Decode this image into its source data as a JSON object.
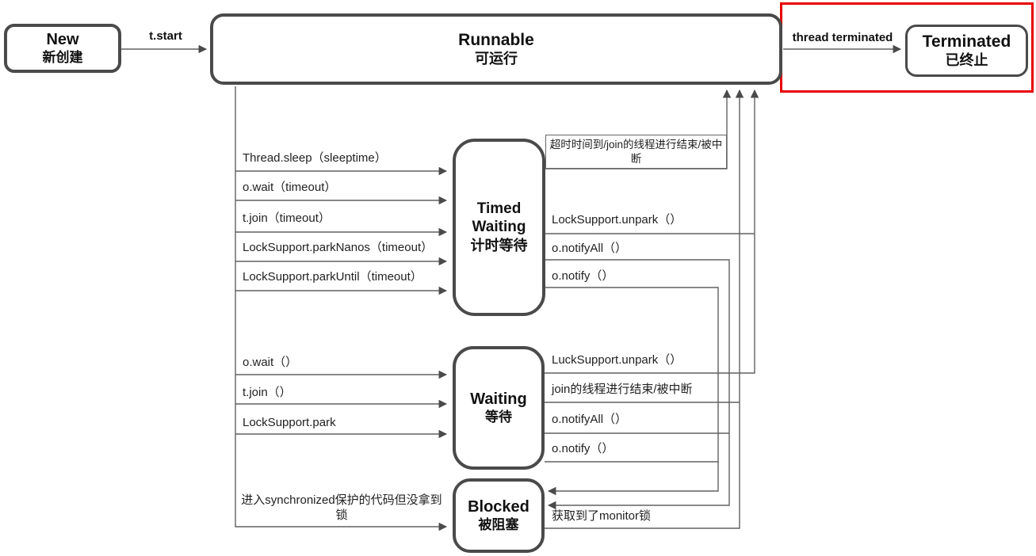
{
  "title": "Java thread state transition diagram",
  "nodes": {
    "new": {
      "title": "New",
      "subtitle": "新创建"
    },
    "runnable": {
      "title": "Runnable",
      "subtitle": "可运行"
    },
    "terminated": {
      "title": "Terminated",
      "subtitle": "已终止"
    },
    "timed_waiting": {
      "title": "Timed Waiting",
      "subtitle": "计时等待"
    },
    "waiting": {
      "title": "Waiting",
      "subtitle": "等待"
    },
    "blocked": {
      "title": "Blocked",
      "subtitle": "被阻塞"
    }
  },
  "edges": {
    "new_to_runnable": "t.start",
    "runnable_to_terminated": "thread terminated",
    "runnable_to_timed_waiting": [
      "Thread.sleep（sleeptime）",
      "o.wait（timeout）",
      "t.join（timeout）",
      "LockSupport.parkNanos（timeout）",
      "LockSupport.parkUntil（timeout）"
    ],
    "timed_waiting_to_runnable": [
      "超时时间到/join的线程进行结束/被中断",
      "LockSupport.unpark（）"
    ],
    "timed_waiting_to_blocked": [
      "o.notifyAll（）",
      "o.notify（）"
    ],
    "runnable_to_waiting": [
      "o.wait（）",
      "t.join（）",
      "LockSupport.park"
    ],
    "waiting_to_runnable": [
      "LuckSupport.unpark（）",
      "join的线程进行结束/被中断"
    ],
    "waiting_to_blocked": [
      "o.notifyAll（）",
      "o.notify（）"
    ],
    "runnable_to_blocked": "进入synchronized保护的代码但没拿到锁",
    "blocked_to_runnable": "获取到了monitor锁"
  },
  "colors": {
    "node_border": "#4a4a4a",
    "connector": "#606060",
    "highlight": "#e80000",
    "background": "#ffffff"
  }
}
